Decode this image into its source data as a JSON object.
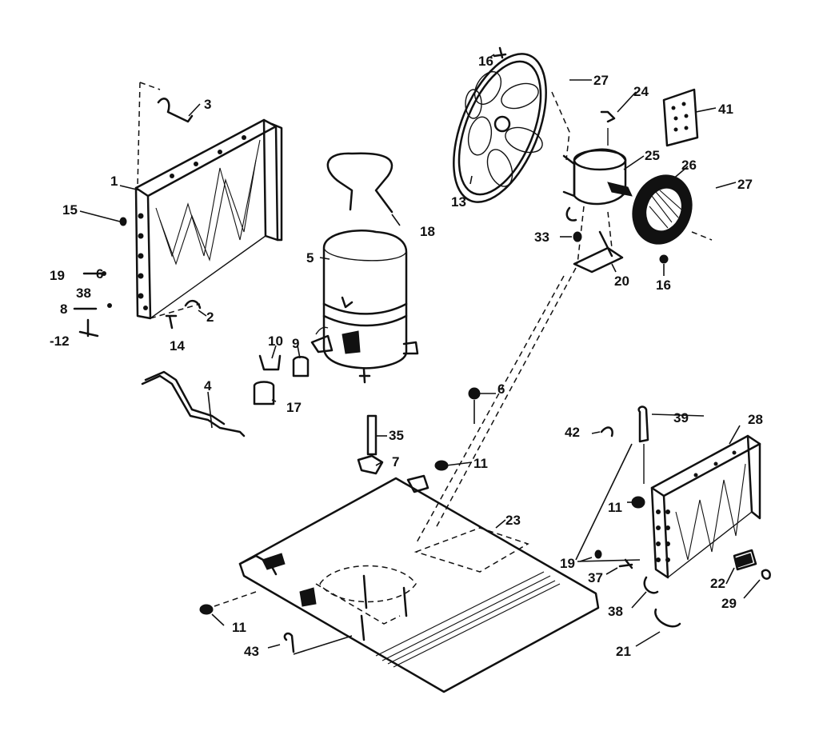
{
  "callouts": {
    "p1": "1",
    "p2": "2",
    "p3": "3",
    "p4": "4",
    "p5": "5",
    "p6": "6",
    "p7": "7",
    "p8": "8",
    "p9": "9",
    "p10": "10",
    "p11a": "11",
    "p11b": "11",
    "p11c": "11",
    "p12": "-12",
    "p13": "13",
    "p14": "14",
    "p15": "15",
    "p16a": "16",
    "p16b": "16",
    "p17": "17",
    "p18": "18",
    "p19a": "19",
    "p19b": "19",
    "p20": "20",
    "p21": "21",
    "p22": "22",
    "p23": "23",
    "p24": "24",
    "p25": "25",
    "p26": "26",
    "p27a": "27",
    "p27b": "27",
    "p28": "28",
    "p29": "29",
    "p33": "33",
    "p35": "35",
    "p37": "37",
    "p38a": "38",
    "p38b": "38",
    "p39": "39",
    "p41": "41",
    "p42": "42",
    "p43": "43",
    "p6b": "6"
  }
}
